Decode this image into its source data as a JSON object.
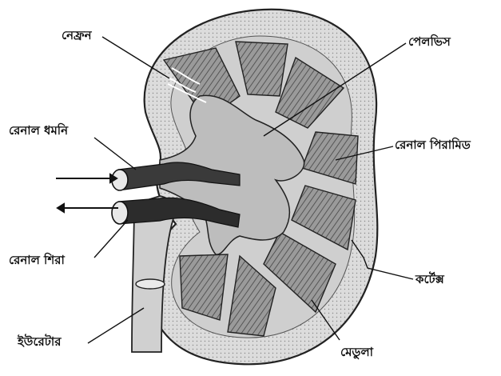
{
  "diagram": {
    "labels": {
      "nephron": "নেফ্রন",
      "pelvis": "পেলভিস",
      "renal_artery": "রেনাল ধমনি",
      "renal_pyramid": "রেনাল পিরামিড",
      "renal_vein": "রেনাল শিরা",
      "cortex": "কর্টেক্স",
      "ureter": "ইউরেটার",
      "medulla": "মেডুলা"
    },
    "colors": {
      "ink": "#111111",
      "tissue": "#d6d6d6",
      "pyramid": "#8a8a8a",
      "pelvis": "#c4c4c4",
      "vessel": "#3a3a3a"
    }
  }
}
